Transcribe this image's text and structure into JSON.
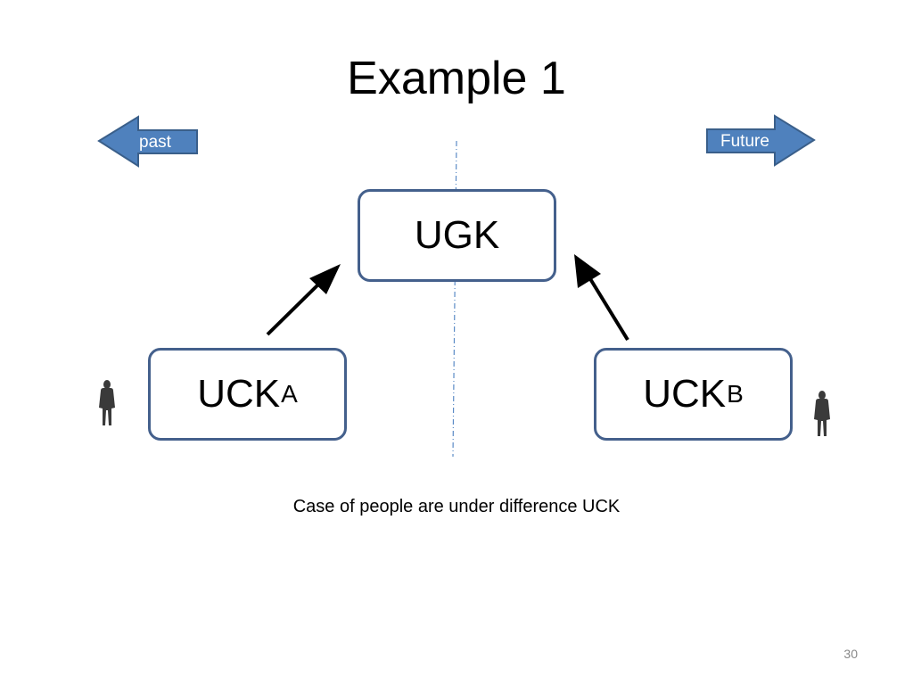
{
  "slide": {
    "title": "Example 1",
    "page_number": "30",
    "caption": "Case of people are under difference UCK"
  },
  "time_arrows": {
    "past": "past",
    "future": "Future"
  },
  "nodes": {
    "ugk": "UGK",
    "uck_a_main": "UCK",
    "uck_a_sub": "A",
    "uck_b_main": "UCK",
    "uck_b_sub": "B"
  },
  "colors": {
    "arrow_fill": "#4f81bd",
    "arrow_stroke": "#3a5f8a",
    "box_border": "#44608c",
    "divider": "#5b8bc6",
    "person": "#3a3a3a"
  },
  "icons": [
    "person-icon",
    "person-icon"
  ]
}
